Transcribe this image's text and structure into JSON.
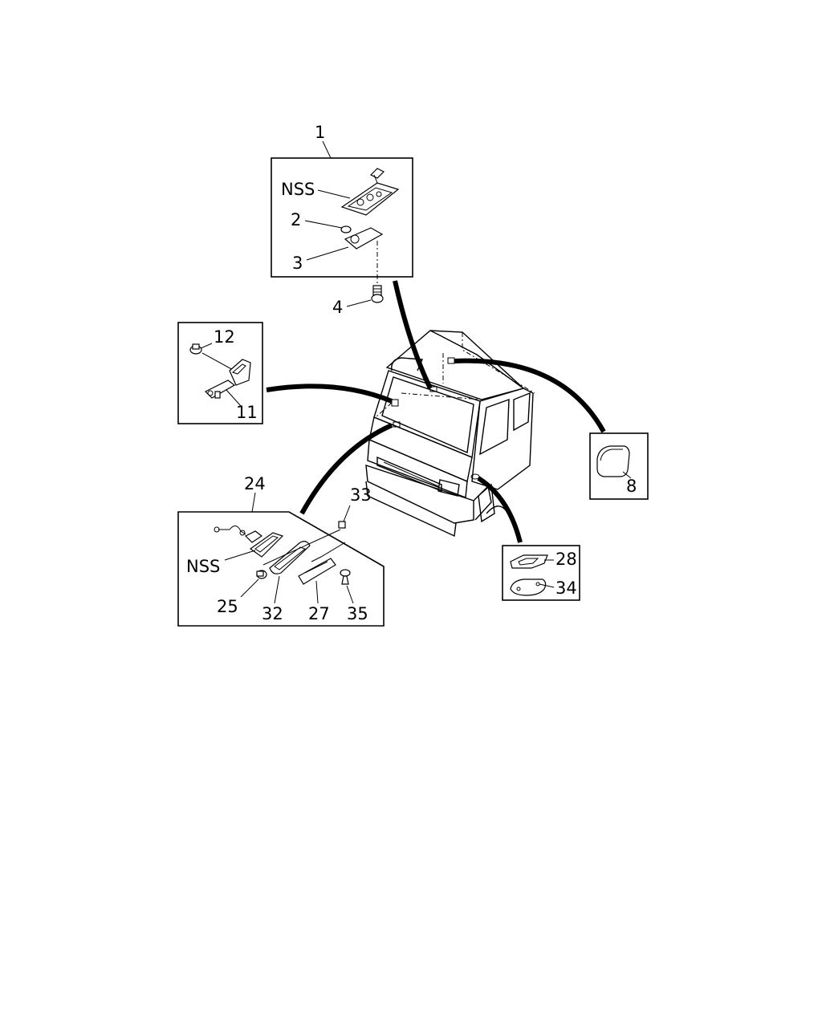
{
  "labels": {
    "room_lamp_assy": "1",
    "room_lamp_nss": "NSS",
    "room_lamp_bulb": "2",
    "room_lamp_lens": "3",
    "room_lamp_screw": "4",
    "switch_screw": "12",
    "door_switch": "11",
    "plug": "8",
    "side_lamp_assy": "24",
    "side_lamp_clip": "33",
    "side_lamp_nss": "NSS",
    "side_lamp_bulb": "25",
    "side_lamp_gasket": "32",
    "side_lamp_lens": "27",
    "side_lamp_screw": "35",
    "marker_gasket": "28",
    "marker_plate": "34"
  }
}
